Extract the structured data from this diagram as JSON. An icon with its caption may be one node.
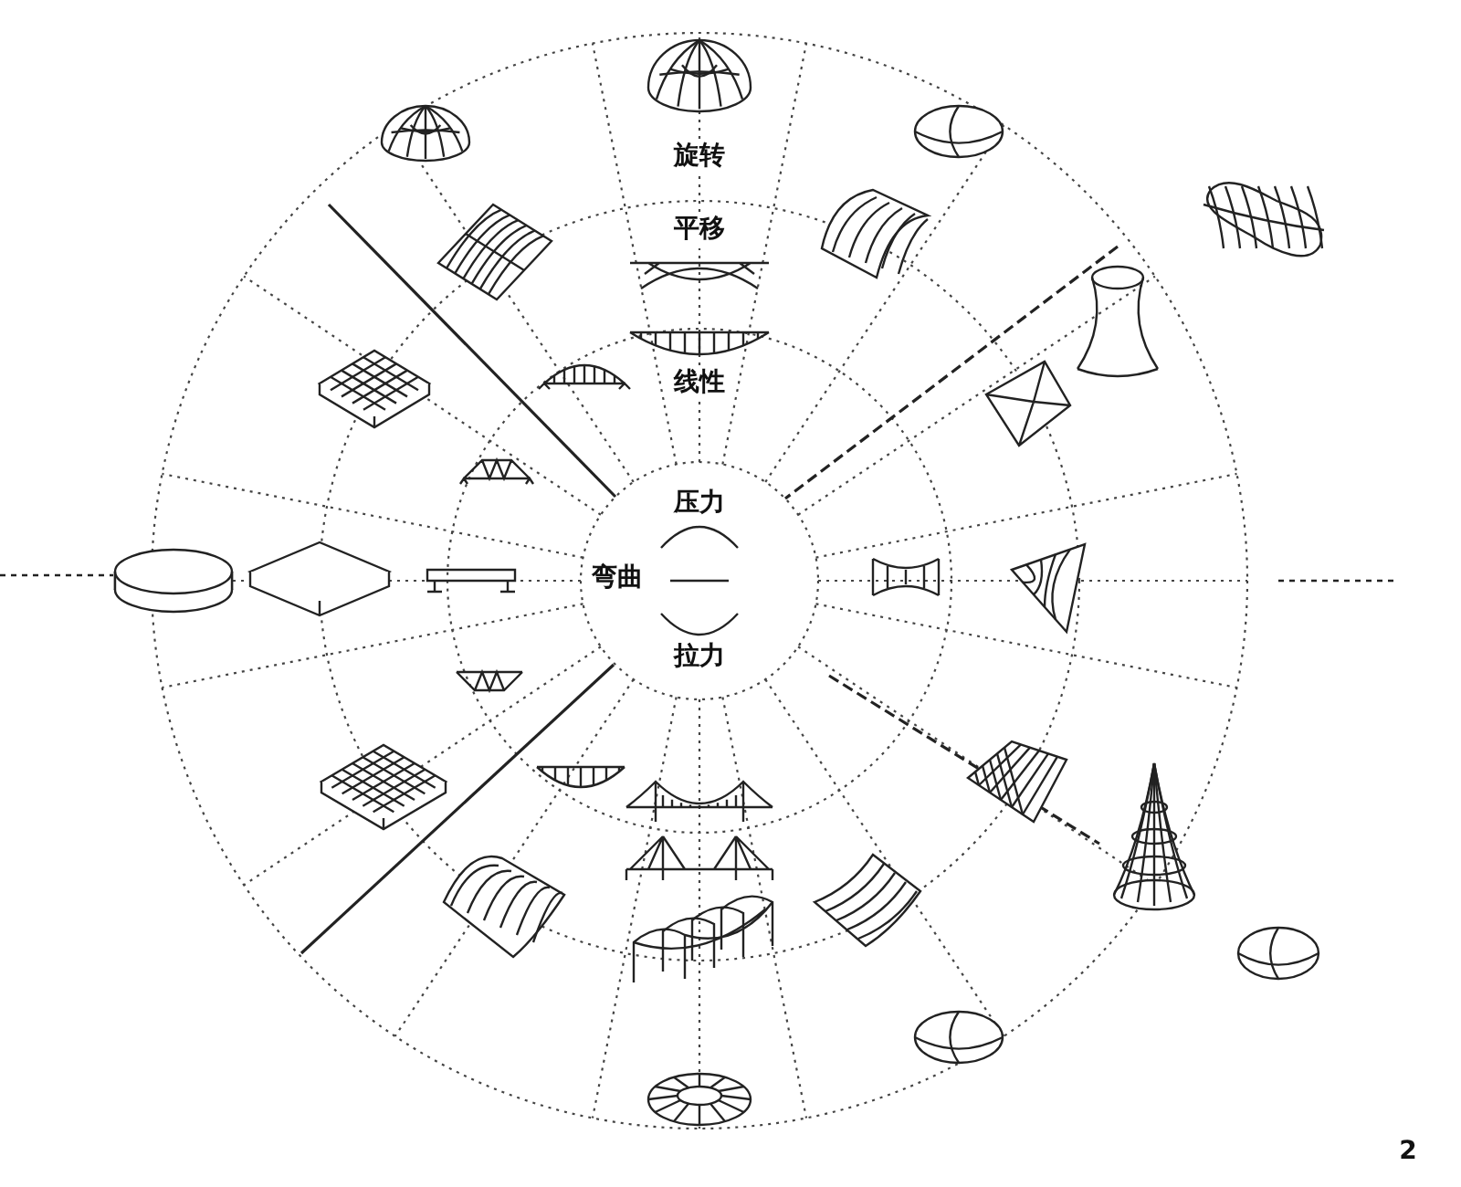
{
  "diagram": {
    "nodes": [
      {
        "text": [
          "压力",
          "弯曲",
          "拉力"
        ]
      }
    ],
    "labels": [
      "旋转",
      "平移",
      "线性",
      "2"
    ]
  }
}
